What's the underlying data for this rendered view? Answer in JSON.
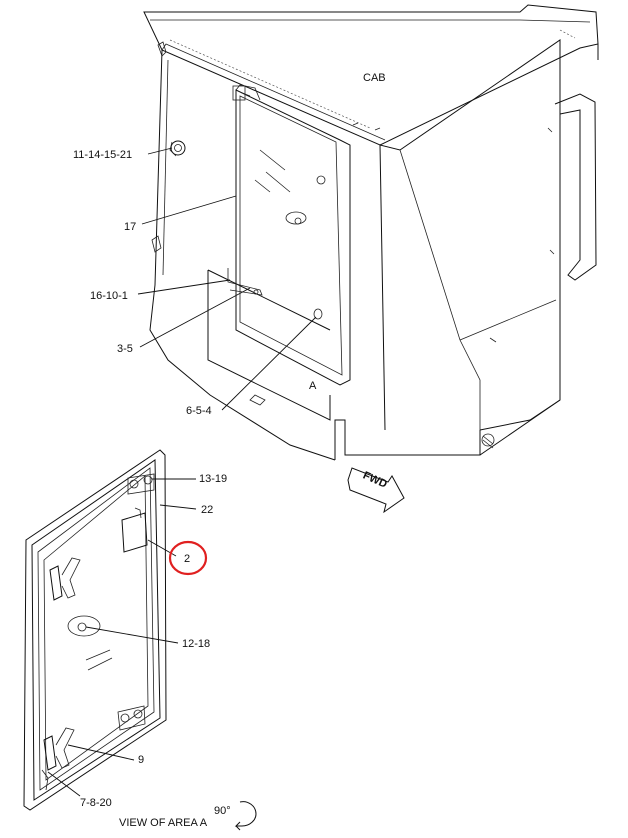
{
  "labels": {
    "cab": "CAB",
    "area_a": "A",
    "fwd": "FWD",
    "c_11_14_15_21": "11-14-15-21",
    "c_17": "17",
    "c_16_10_1": "16-10-1",
    "c_3_5": "3-5",
    "c_6_5_4": "6-5-4",
    "c_13_19": "13-19",
    "c_22": "22",
    "c_2": "2",
    "c_12_18": "12-18",
    "c_9": "9",
    "c_7_8_20": "7-8-20",
    "view_of_area": "VIEW OF AREA  A",
    "rotation": "90°"
  },
  "colors": {
    "line": "#111111",
    "highlight": "#e02020"
  }
}
